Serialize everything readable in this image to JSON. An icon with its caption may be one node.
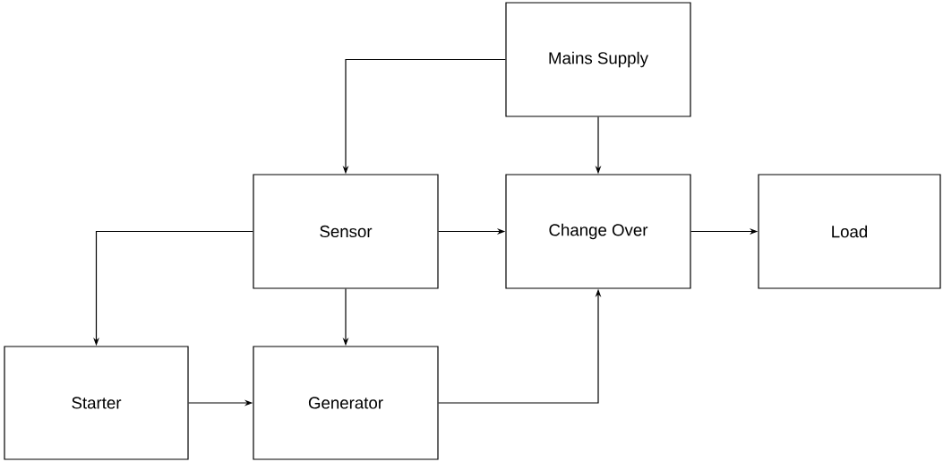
{
  "diagram": {
    "nodes": [
      {
        "text": [
          "Mains Supply"
        ]
      },
      {
        "text": [
          "Sensor"
        ]
      },
      {
        "text": [
          "Change Over"
        ]
      },
      {
        "text": [
          "Load"
        ]
      },
      {
        "text": [
          "Starter"
        ]
      },
      {
        "text": [
          "Generator"
        ]
      }
    ],
    "edges": [
      {
        "from": 0,
        "to": 1,
        "arrow": "to"
      },
      {
        "from": 0,
        "to": 2,
        "arrow": "to"
      },
      {
        "from": 1,
        "to": 2,
        "arrow": "to"
      },
      {
        "from": 2,
        "to": 3,
        "arrow": "to"
      },
      {
        "from": 1,
        "to": 4,
        "arrow": "to"
      },
      {
        "from": 1,
        "to": 5,
        "arrow": "to"
      },
      {
        "from": 4,
        "to": 5,
        "arrow": "to"
      },
      {
        "from": 5,
        "to": 2,
        "arrow": "to"
      }
    ]
  }
}
